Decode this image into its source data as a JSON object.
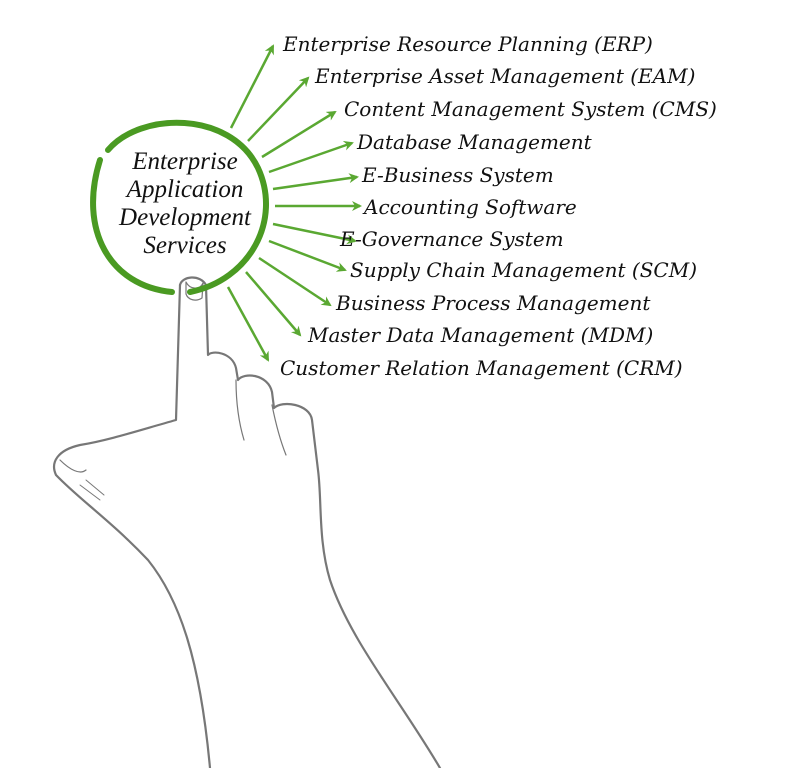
{
  "center": {
    "lines": [
      "Enterprise",
      "Application",
      "Development",
      "Services"
    ]
  },
  "items": [
    {
      "label": "Enterprise Resource Planning (ERP)"
    },
    {
      "label": "Enterprise Asset Management (EAM)"
    },
    {
      "label": "Content Management System (CMS)"
    },
    {
      "label": "Database Management"
    },
    {
      "label": "E-Business System"
    },
    {
      "label": "Accounting Software"
    },
    {
      "label": "E-Governance System"
    },
    {
      "label": "Supply Chain Management (SCM)"
    },
    {
      "label": "Business Process Management"
    },
    {
      "label": "Master Data Management (MDM)"
    },
    {
      "label": "Customer Relation Management (CRM)"
    }
  ],
  "colors": {
    "accent": "#5aa832",
    "ring": "#4a9a22",
    "text": "#111111",
    "hand": "#777777"
  }
}
